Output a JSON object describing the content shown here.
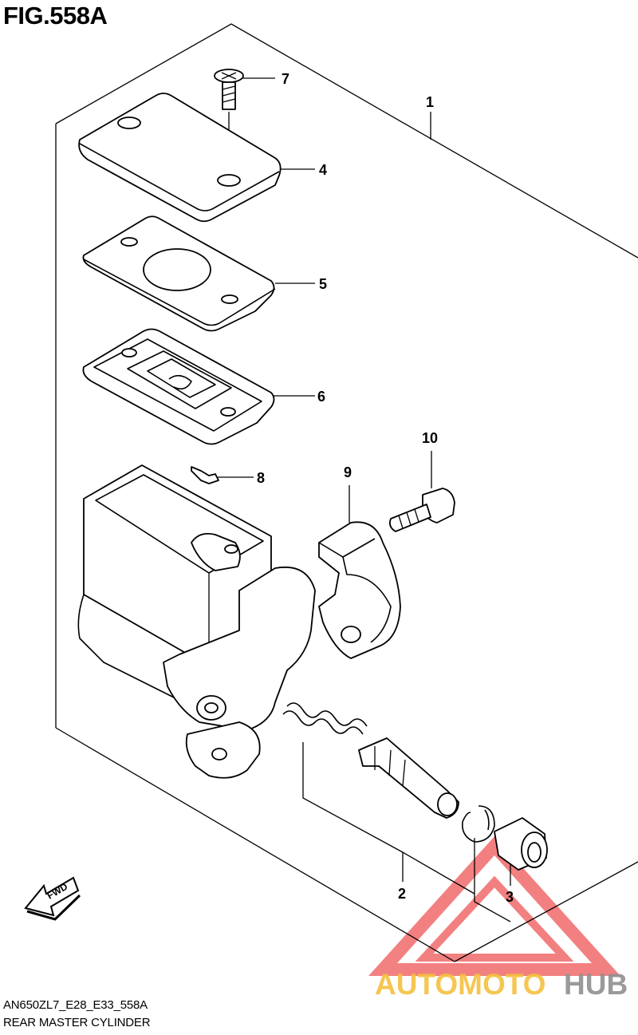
{
  "figure": {
    "title": "FIG.558A",
    "model_code": "AN650ZL7_E28_E33_558A",
    "section_name": "REAR MASTER CYLINDER"
  },
  "callouts": [
    "1",
    "2",
    "3",
    "4",
    "5",
    "6",
    "7",
    "8",
    "9",
    "10"
  ],
  "direction_arrow": {
    "label": "FWD",
    "icon": "fwd-arrow-icon"
  },
  "watermark": {
    "text_part1": "AUTOMOTO",
    "text_part2": "HUB",
    "colors": {
      "triangle": "#f06b6b",
      "part1": "#f5c040",
      "part2": "#909090"
    }
  }
}
